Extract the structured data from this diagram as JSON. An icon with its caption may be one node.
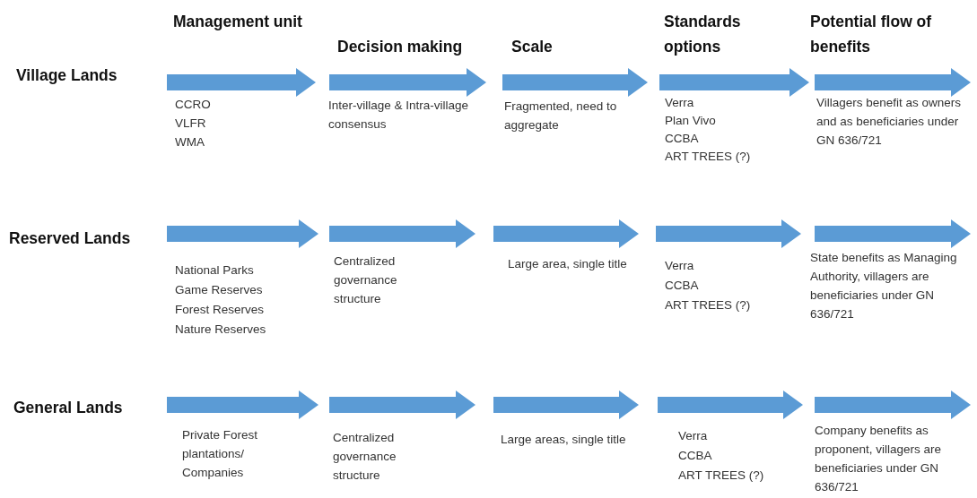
{
  "diagram": {
    "labels": [
      "Management unit",
      "Decision making",
      "Scale",
      "Standards options",
      "Potential flow of benefits",
      "Village Lands",
      "CCRO",
      "VLFR",
      "WMA",
      "Inter-village & Intra-village consensus",
      "Fragmented, need to aggregate",
      "Verra",
      "Plan Vivo",
      "CCBA",
      "ART TREES (?)",
      "Villagers benefit as owners and as beneficiaries under GN 636/721",
      "Reserved Lands",
      "National Parks",
      "Game Reserves",
      "Forest Reserves",
      "Nature Reserves",
      "Centralized governance structure",
      "Large area, single title",
      "Verra",
      "CCBA",
      "ART TREES (?)",
      "State benefits as Managing Authority, villagers are beneficiaries under GN 636/721",
      "General Lands",
      "Private Forest plantations/ Companies",
      "Centralized governance structure",
      "Large areas, single title",
      "Verra",
      "CCBA",
      "ART TREES (?)",
      "Company benefits as proponent, villagers are beneficiaries under GN 636/721"
    ]
  }
}
